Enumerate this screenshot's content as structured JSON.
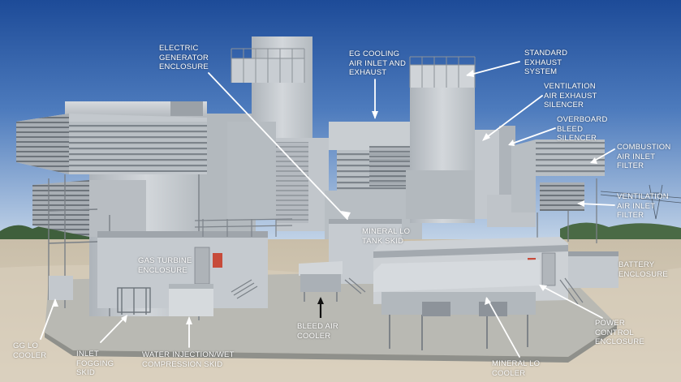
{
  "colors": {
    "sky_top": "#1f4e9c",
    "sky_bottom": "#b7cce3",
    "ground": "#d1c6b1",
    "equipment": "#c9ced3",
    "label_text": "#ffffff"
  },
  "labels": {
    "electric_generator_enclosure": "ELECTRIC\nGENERATOR\nENCLOSURE",
    "eg_cooling_air_inlet_exhaust": "EG COOLING\nAIR INLET AND\nEXHAUST",
    "standard_exhaust_system": "STANDARD\nEXHAUST\nSYSTEM",
    "ventilation_air_exhaust_silencer": "VENTILATION\nAIR EXHAUST\nSILENCER",
    "overboard_bleed_silencer": "OVERBOARD\nBLEED\nSILENCER",
    "combustion_air_inlet_filter": "COMBUSTION\nAIR INLET\nFILTER",
    "ventilation_air_inlet_filter": "VENTILATION\nAIR INLET\nFILTER",
    "mineral_lo_tank_skid": "MINERAL LO\nTANK SKID",
    "gas_turbine_enclosure": "GAS TURBINE\nENCLOSURE",
    "battery_enclosure": "BATTERY\nENCLOSURE",
    "bleed_air_cooler": "BLEED AIR\nCOOLER",
    "power_control_enclosure": "POWER\nCONTROL\nENCLOSURE",
    "gg_lo_cooler": "GG LO\nCOOLER",
    "inlet_fogging_skid": "INLET\nFOGGING\nSKID",
    "water_injection_wet_compression_skid": "WATER INJECTION/WET\nCOMPRESSION SKID",
    "mineral_lo_cooler": "MINERAL LO\nCOOLER"
  }
}
